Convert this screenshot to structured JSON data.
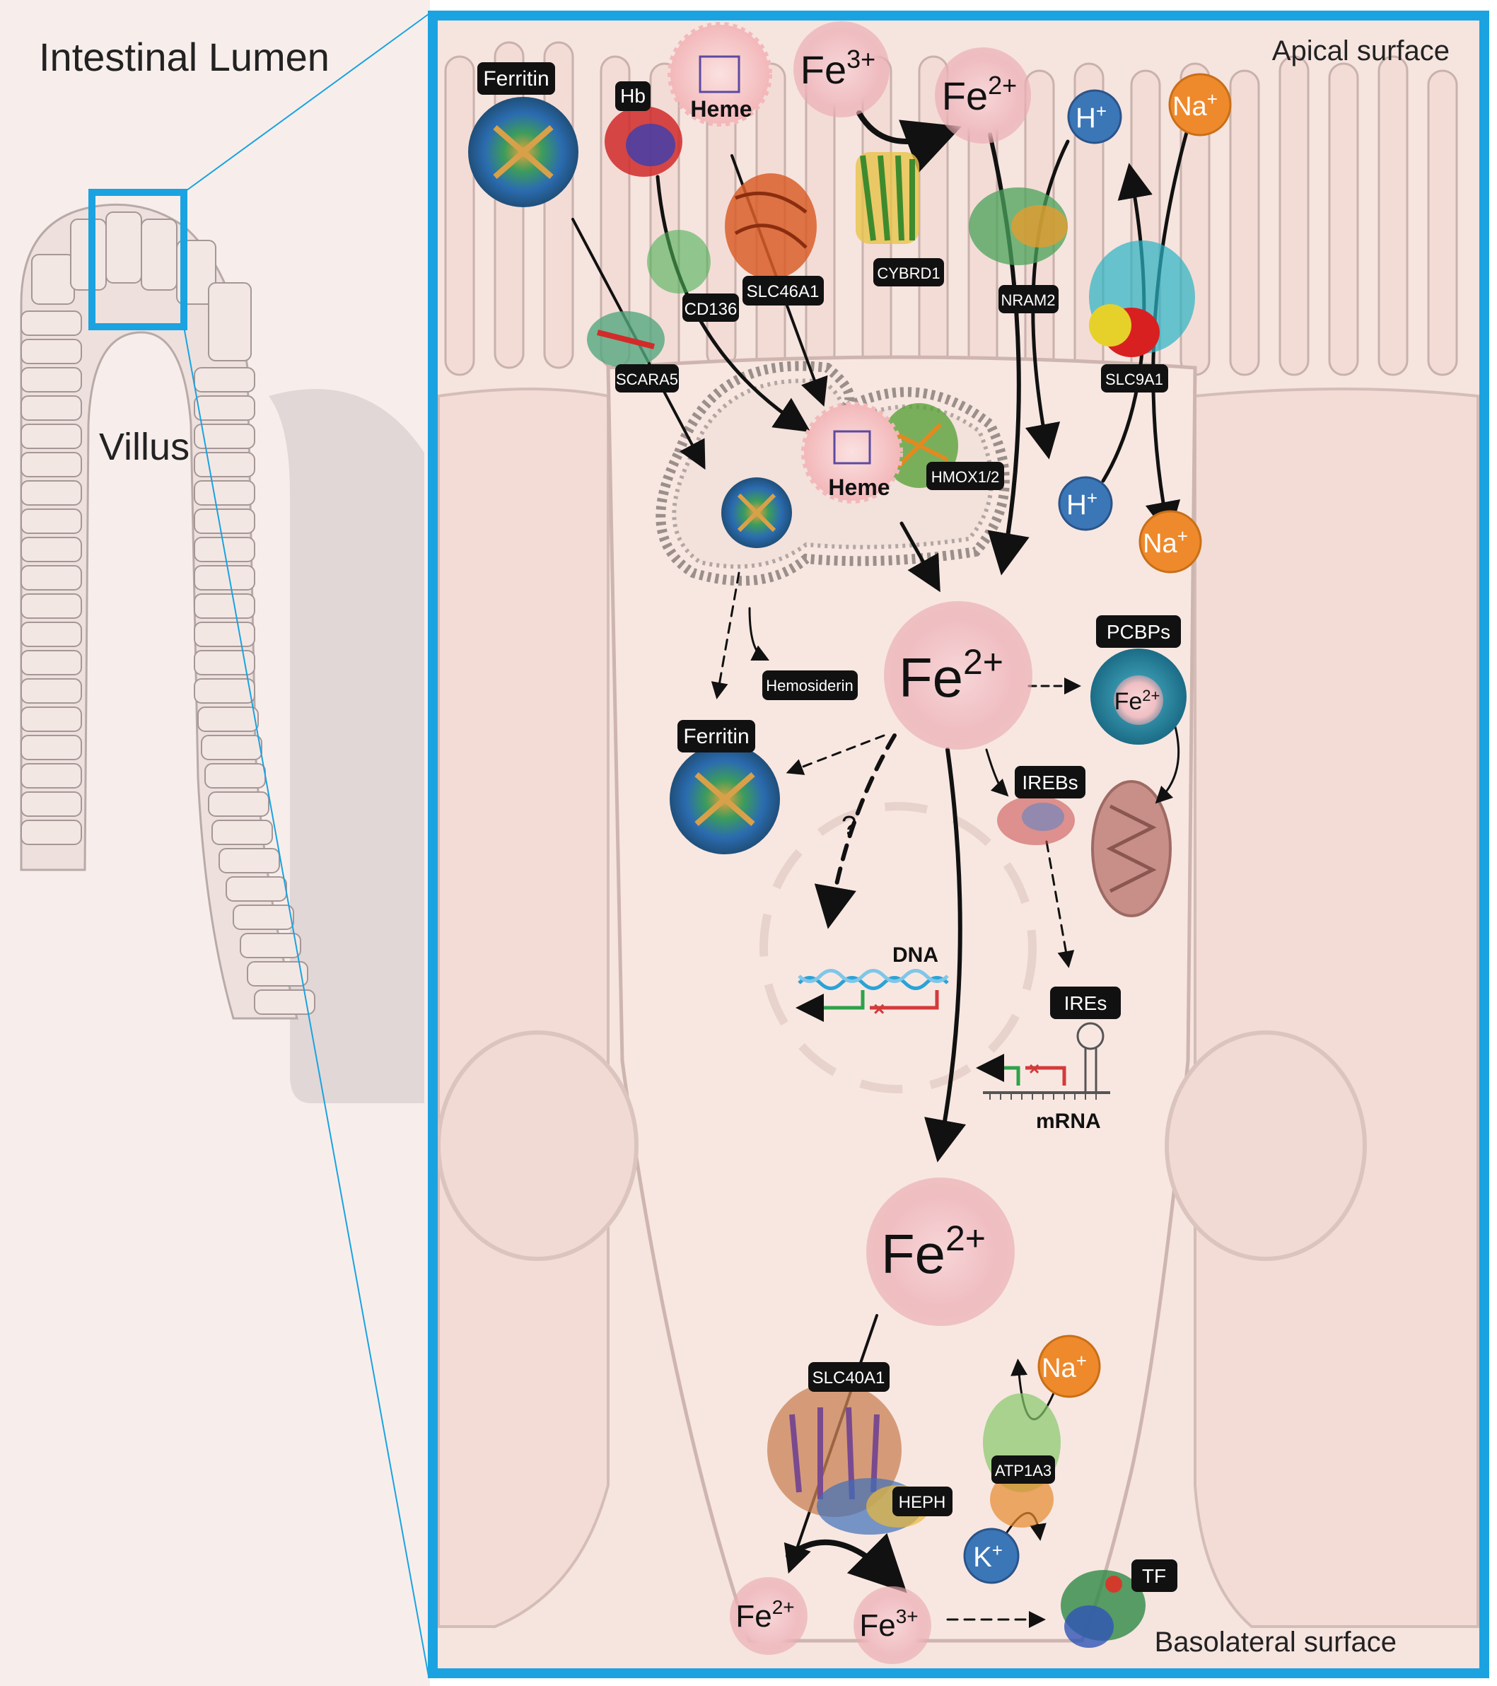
{
  "left_panel": {
    "lumen_label": "Intestinal Lumen",
    "villus_label": "Villus"
  },
  "right_panel": {
    "apical_label": "Apical surface",
    "basolateral_label": "Basolateral surface"
  },
  "ions": {
    "fe3_top": {
      "base": "Fe",
      "charge": "3+"
    },
    "fe2_top": {
      "base": "Fe",
      "charge": "2+"
    },
    "h_top": {
      "base": "H",
      "charge": "+"
    },
    "na_top": {
      "base": "Na",
      "charge": "+"
    },
    "h_in": {
      "base": "H",
      "charge": "+"
    },
    "na_in": {
      "base": "Na",
      "charge": "+"
    },
    "fe2_center": {
      "base": "Fe",
      "charge": "2+"
    },
    "fe2_lower": {
      "base": "Fe",
      "charge": "2+"
    },
    "na_baso": {
      "base": "Na",
      "charge": "+"
    },
    "k_baso": {
      "base": "K",
      "charge": "+"
    },
    "fe2_bottom": {
      "base": "Fe",
      "charge": "2+"
    },
    "fe3_bottom": {
      "base": "Fe",
      "charge": "3+"
    },
    "fe2_pcbp": {
      "base": "Fe",
      "charge": "2+"
    }
  },
  "heme_labels": {
    "outer": "Heme",
    "inner": "Heme"
  },
  "protein_labels": {
    "ferritin_top": "Ferritin",
    "hb": "Hb",
    "cd136": "CD136",
    "slc46a1": "SLC46A1",
    "cybrd1": "CYBRD1",
    "nram2": "NRAM2",
    "slc9a1": "SLC9A1",
    "scara5": "SCARA5",
    "hmox": "HMOX1/2",
    "pcbps": "PCBPs",
    "hemosiderin": "Hemosiderin",
    "ferritin_mid": "Ferritin",
    "irebs": "IREBs",
    "ires": "IREs",
    "slc40a1": "SLC40A1",
    "heph": "HEPH",
    "atp1a3": "ATP1A3",
    "tf": "TF"
  },
  "nucleic_labels": {
    "dna": "DNA",
    "mrna": "mRNA",
    "question": "?"
  },
  "colors": {
    "frame_blue": "#1aa3e0",
    "fe_circle": "#f3c9cc",
    "h_k_circle": "#3b76b7",
    "na_circle": "#ee8a2c",
    "cell_fill": "#f8e7e1",
    "label_box": "#111111"
  }
}
